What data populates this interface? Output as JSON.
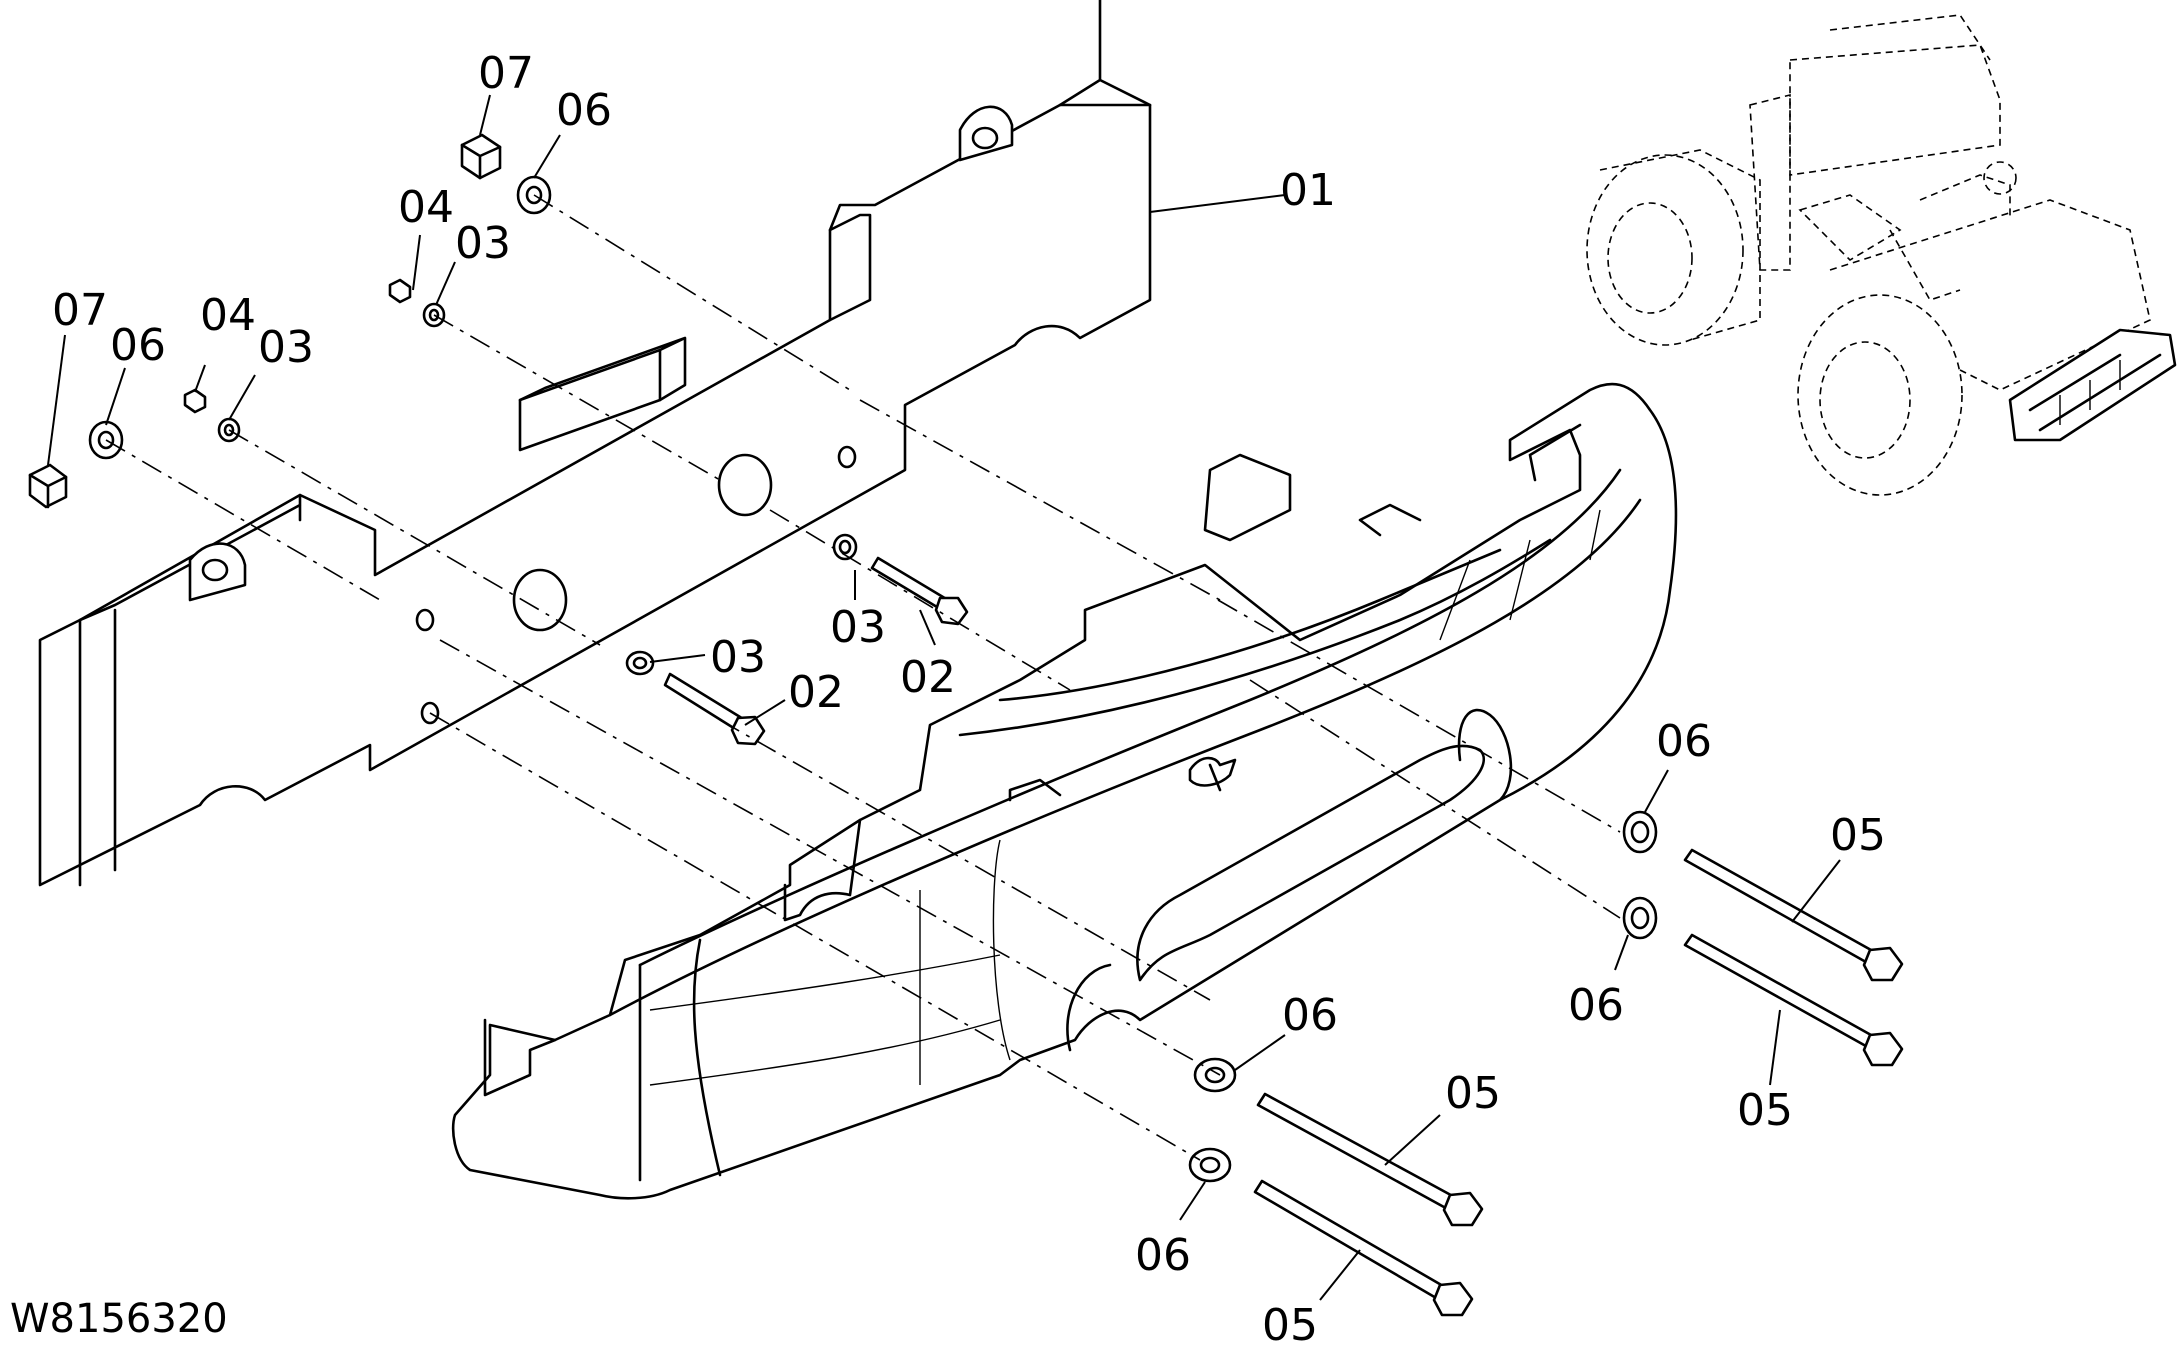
{
  "drawing_number": "W8156320",
  "callouts": {
    "c01": "01",
    "c02a": "02",
    "c02b": "02",
    "c03a": "03",
    "c03b": "03",
    "c03c": "03",
    "c03d": "03",
    "c04a": "04",
    "c04b": "04",
    "c05a": "05",
    "c05b": "05",
    "c05c": "05",
    "c05d": "05",
    "c06a": "06",
    "c06b": "06",
    "c06c": "06",
    "c06d": "06",
    "c06e": "06",
    "c06f": "06",
    "c07a": "07",
    "c07b": "07"
  }
}
